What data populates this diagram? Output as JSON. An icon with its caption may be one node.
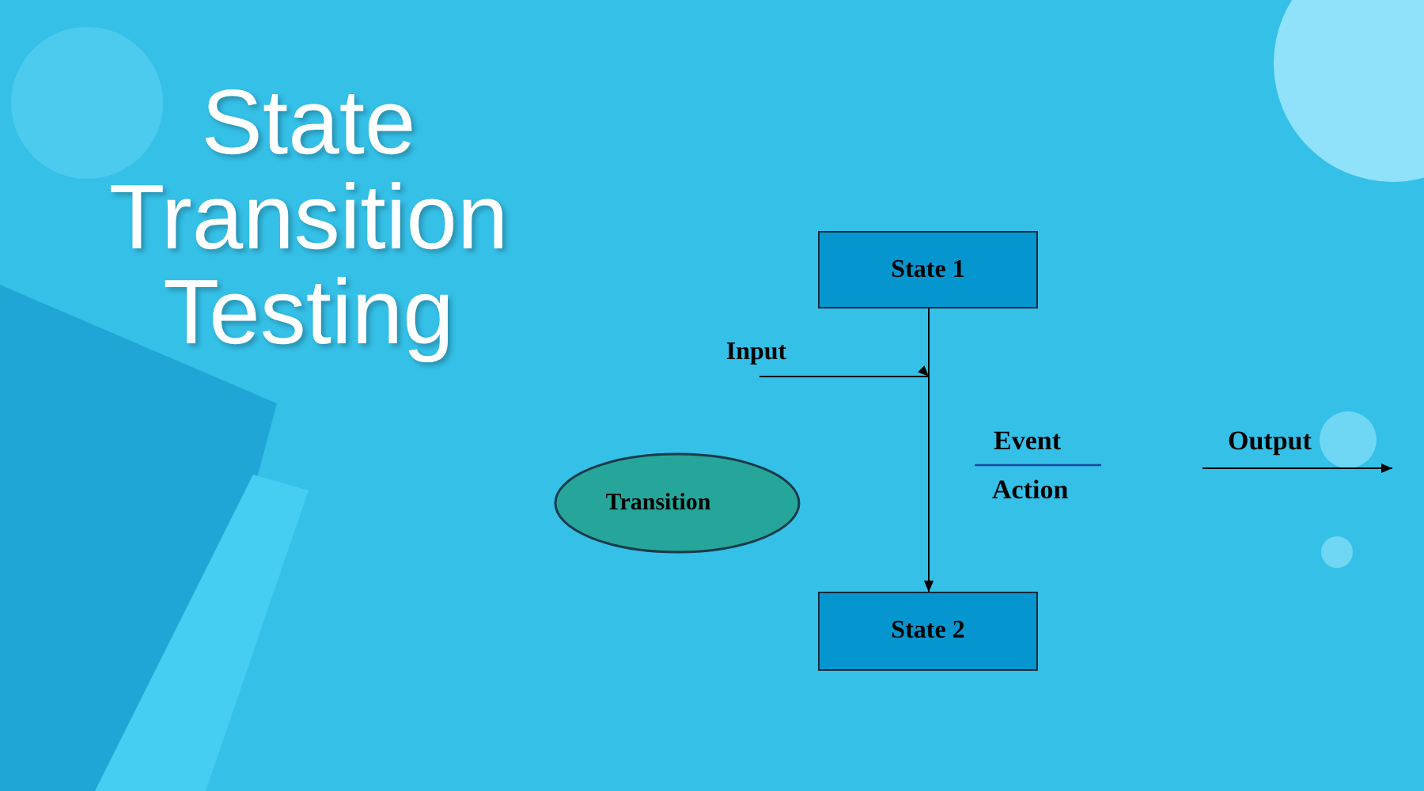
{
  "diagram": {
    "title": "State Transition Testing",
    "nodes": [
      {
        "text": [
          "State 1"
        ]
      },
      {
        "text": [
          "Input"
        ]
      },
      {
        "text": [
          "Transition"
        ]
      },
      {
        "text": [
          "State 2"
        ]
      }
    ],
    "edges": [
      {
        "from": 0,
        "to": 3,
        "arrow": "to"
      },
      {
        "from": 1,
        "to": 3,
        "arrow": "to"
      }
    ],
    "labels": [
      "Event",
      "Output",
      "Action"
    ]
  }
}
